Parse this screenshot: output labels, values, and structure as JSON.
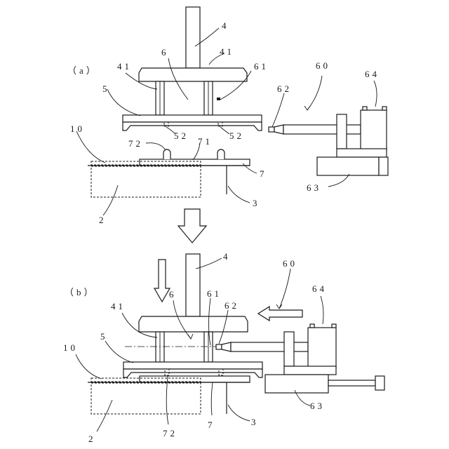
{
  "panels": {
    "a": {
      "tag": "（a）",
      "labels": {
        "l4": "4",
        "l41a": "41",
        "l41b": "41",
        "l6": "6",
        "l61": "61",
        "l5": "5",
        "l52a": "52",
        "l52b": "52",
        "l10": "10",
        "l72": "72",
        "l71": "71",
        "l7": "7",
        "l2": "2",
        "l3": "3",
        "l60": "60",
        "l64": "64",
        "l62": "62",
        "l63": "63"
      }
    },
    "b": {
      "tag": "（b）",
      "labels": {
        "l4": "4",
        "l41": "41",
        "l6": "6",
        "l61": "61",
        "l62": "62",
        "l5": "5",
        "l10": "10",
        "l2": "2",
        "l72": "72",
        "l7": "7",
        "l3": "3",
        "l60": "60",
        "l64": "64",
        "l63": "63"
      }
    }
  }
}
